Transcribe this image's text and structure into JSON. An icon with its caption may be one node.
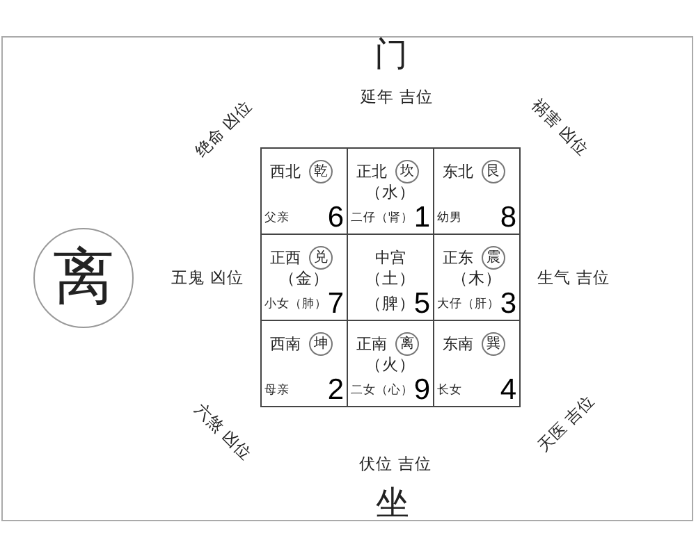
{
  "diagram": {
    "nodes": [
      {
        "text": [
          "离"
        ]
      },
      {
        "text": [
          "西北",
          "父亲",
          "6"
        ]
      },
      {
        "text": [
          "乾"
        ],
        "in": 1
      },
      {
        "text": [
          "正北",
          "（水）",
          "二仔（肾）",
          "1"
        ]
      },
      {
        "text": [
          "坎"
        ],
        "in": 3
      },
      {
        "text": [
          "东北",
          "幼男",
          "8"
        ]
      },
      {
        "text": [
          "艮"
        ],
        "in": 5
      },
      {
        "text": [
          "正西",
          "（金）",
          "小女（肺）",
          "7"
        ]
      },
      {
        "text": [
          "兑"
        ],
        "in": 7
      },
      {
        "text": [
          "中宫",
          "（土）",
          "（脾）",
          "5"
        ]
      },
      {
        "text": [
          "正东",
          "（木）",
          "大仔（肝）",
          "3"
        ]
      },
      {
        "text": [
          "震"
        ],
        "in": 10
      },
      {
        "text": [
          "西南",
          "母亲",
          "2"
        ]
      },
      {
        "text": [
          "坤"
        ],
        "in": 12
      },
      {
        "text": [
          "正南",
          "（火）",
          "二女（心）",
          "9"
        ]
      },
      {
        "text": [
          "离"
        ],
        "in": 14
      },
      {
        "text": [
          "东南",
          "长女",
          "4"
        ]
      },
      {
        "text": [
          "巽"
        ],
        "in": 16
      }
    ],
    "labels": [
      "门",
      "延年 吉位",
      "绝命 凶位",
      "祸害 凶位",
      "五鬼 凶位",
      "生气 吉位",
      "六煞 凶位",
      "天医 吉位",
      "伏位 吉位",
      "坐"
    ]
  }
}
